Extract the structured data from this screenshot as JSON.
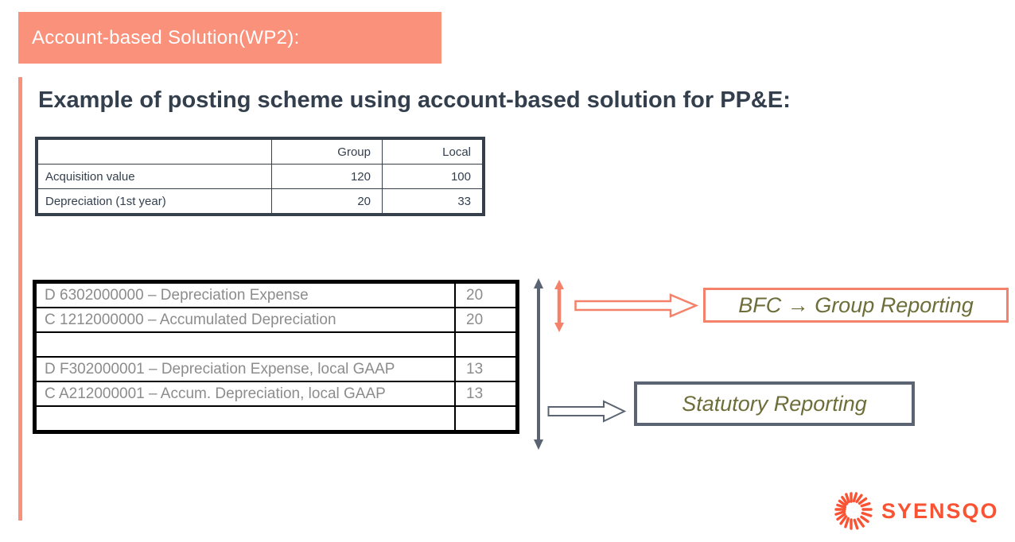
{
  "slide": {
    "banner": "Account-based Solution(WP2):",
    "title": "Example of posting scheme using account-based solution for PP&E:"
  },
  "comparison_table": {
    "headers": [
      "",
      "Group",
      "Local"
    ],
    "rows": [
      {
        "label": "Acquisition value",
        "group": "120",
        "local": "100"
      },
      {
        "label": "Depreciation (1st year)",
        "group": "20",
        "local": "33"
      }
    ]
  },
  "posting_table": {
    "rows": [
      {
        "label": "D 6302000000 – Depreciation Expense",
        "value": "20"
      },
      {
        "label": "C 1212000000 – Accumulated Depreciation",
        "value": "20"
      },
      {
        "label": "",
        "value": ""
      },
      {
        "label": "D F302000001 – Depreciation Expense, local GAAP",
        "value": "13"
      },
      {
        "label": "C A212000001 – Accum. Depreciation, local GAAP",
        "value": "13"
      },
      {
        "label": "",
        "value": ""
      }
    ]
  },
  "callouts": {
    "group_reporting": "BFC → Group Reporting",
    "statutory_reporting": "Statutory Reporting"
  },
  "logo": {
    "wordmark": "SYENSQO"
  },
  "colors": {
    "banner_salmon": "#F9917B",
    "arrow_salmon": "#F4826B",
    "arrow_slate": "#5A6472",
    "title_dark": "#333F4D",
    "comparison_border": "#36404A",
    "posting_border": "#000000",
    "posting_text_gray": "#8C8C8C",
    "callout_olive": "#6E6E3A",
    "logo_orange": "#FA5334"
  }
}
